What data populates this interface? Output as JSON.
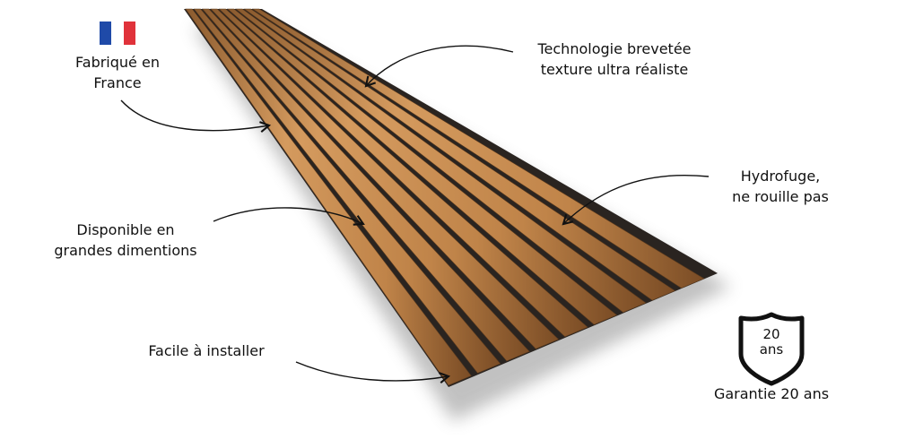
{
  "flag": {
    "icon": "france-flag-icon",
    "colors": [
      "#1f4aa8",
      "#ffffff",
      "#e0323a"
    ]
  },
  "labels": {
    "made_in": [
      "Fabriqué en",
      "France"
    ],
    "technology": [
      "Technologie brevetée",
      "texture ultra réaliste"
    ],
    "waterproof": [
      "Hydrofuge,",
      "ne rouille pas"
    ],
    "sizes": [
      "Disponible en",
      "grandes dimentions"
    ],
    "install": [
      "Facile à installer"
    ]
  },
  "warranty": {
    "icon": "shield-icon",
    "badge_line1": "20",
    "badge_line2": "ans",
    "caption": "Garantie 20 ans"
  },
  "colors": {
    "wood_light": "#c98f55",
    "wood_dark": "#8a5a2e",
    "gap": "#2a2420"
  }
}
